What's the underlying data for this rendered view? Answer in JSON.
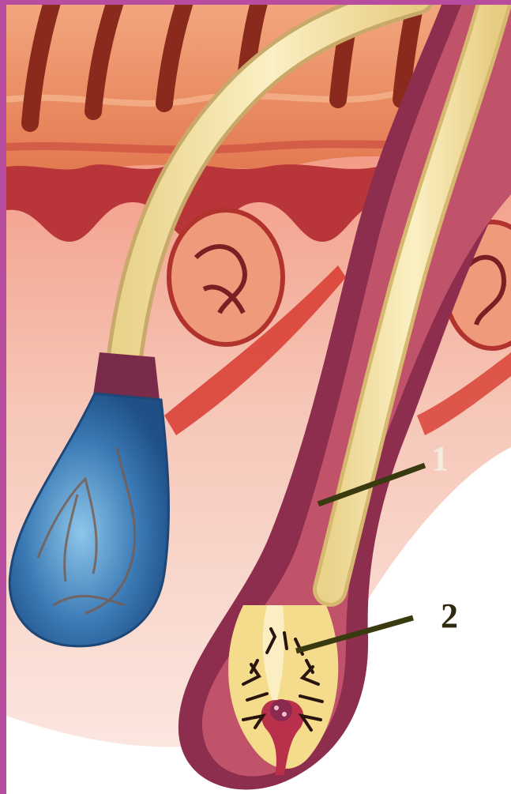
{
  "labels": {
    "one": "1",
    "two": "2"
  },
  "colors": {
    "border": "#b84c9e",
    "background": "#ffffff",
    "skin_epidermis": "#e8886a",
    "skin_dermis": "#f6c2b4",
    "hair_shaft": "#f6e6a6",
    "follicle_wall": "#8e2e4e",
    "bulb_blue": "#3f7fb8",
    "muscle": "#d83a30",
    "leader_line": "#3a3a10"
  },
  "icons": [
    "hair-follicle-illustration"
  ]
}
